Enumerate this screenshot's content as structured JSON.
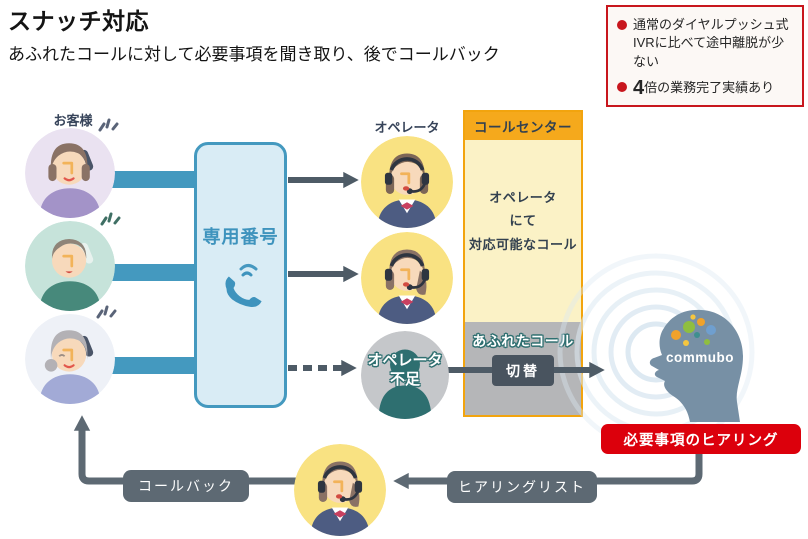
{
  "header": {
    "title": "スナッチ対応",
    "subtitle": "あふれたコールに対して必要事項を聞き取り、後でコールバック"
  },
  "benefits": {
    "bullet1": "通常のダイヤルプッシュ式IVRに比べて途中離脱が少ない",
    "bullet2_number": "4",
    "bullet2_text": "倍の業務完了実績あり"
  },
  "labels": {
    "customers": "お客様",
    "operator": "オペレータ",
    "dedicated_number": "専用番号",
    "call_center": "コールセンター",
    "capacity_line1": "オペレータ",
    "capacity_line2": "にて",
    "capacity_line3": "対応可能なコール",
    "overflow": "あふれたコール",
    "switch": "切替",
    "shortage_line1": "オペレータ",
    "shortage_line2": "不足",
    "brand": "commubo",
    "hearing": "必要事項のヒアリング",
    "hearing_list": "ヒアリングリスト",
    "callback": "コールバック"
  },
  "colors": {
    "accent-red": "#dc000c",
    "benefit-red": "#c8161d",
    "blue": "#4499bf",
    "box-blue-fill": "#d9ecf5",
    "slate": "#4e5b66",
    "line-slate": "#5d6973",
    "orange": "#f5a91c",
    "orange-border": "#f2a40e",
    "yellow-light": "#fbf2c6",
    "gray-panel": "#b5b6b8",
    "navy-text": "#33414f",
    "head-blue": "#7790a5",
    "wave-blue": "#dde9f2",
    "avatar-yellow": "#f9e282",
    "teal-dark": "#2e6f70"
  }
}
